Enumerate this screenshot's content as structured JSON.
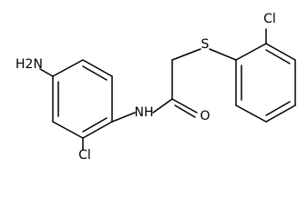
{
  "molecule": {
    "atoms": {
      "nh2": "H2N",
      "cl_left": "Cl",
      "nh": "NH",
      "o": "O",
      "s": "S",
      "cl_right": "Cl"
    },
    "colors": {
      "bond": "#000000",
      "label": "#000000",
      "background": "#ffffff"
    }
  }
}
